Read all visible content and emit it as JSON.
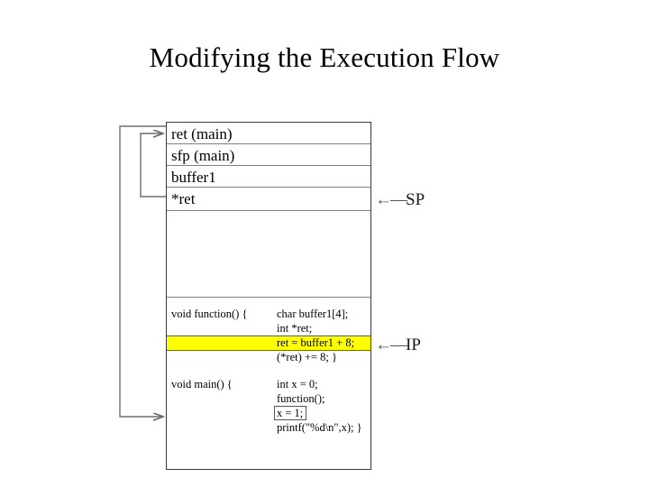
{
  "slide": {
    "title": "Modifying the Execution Flow"
  },
  "stack": {
    "rows": [
      {
        "name": "ret-main",
        "label": "ret (main)"
      },
      {
        "name": "sfp-main",
        "label": "sfp (main)"
      },
      {
        "name": "buffer1",
        "label": "buffer1"
      },
      {
        "name": "star-ret",
        "label": "*ret"
      }
    ]
  },
  "code": {
    "function_block": {
      "signature": "void function() {",
      "lines": [
        "char buffer1[4];",
        "int *ret;",
        "ret = buffer1 + 8;",
        "(*ret) += 8; }"
      ],
      "highlighted_line_index": 2
    },
    "main_block": {
      "signature": "void main() {",
      "lines": [
        "int x = 0;",
        "function();",
        "x = 1;",
        "printf(\"%d\\n\",x); }"
      ],
      "boxed_line_index": 2
    }
  },
  "pointers": [
    {
      "name": "sp",
      "arrow": "←",
      "label": "SP"
    },
    {
      "name": "ip",
      "arrow": "←",
      "label": "IP"
    }
  ],
  "colors": {
    "highlight": "#ffff00",
    "box_border": "#3a3a3a",
    "row_separator": "#808080",
    "connector": "#6e6e6e",
    "text": "#000000",
    "background": "#ffffff"
  }
}
